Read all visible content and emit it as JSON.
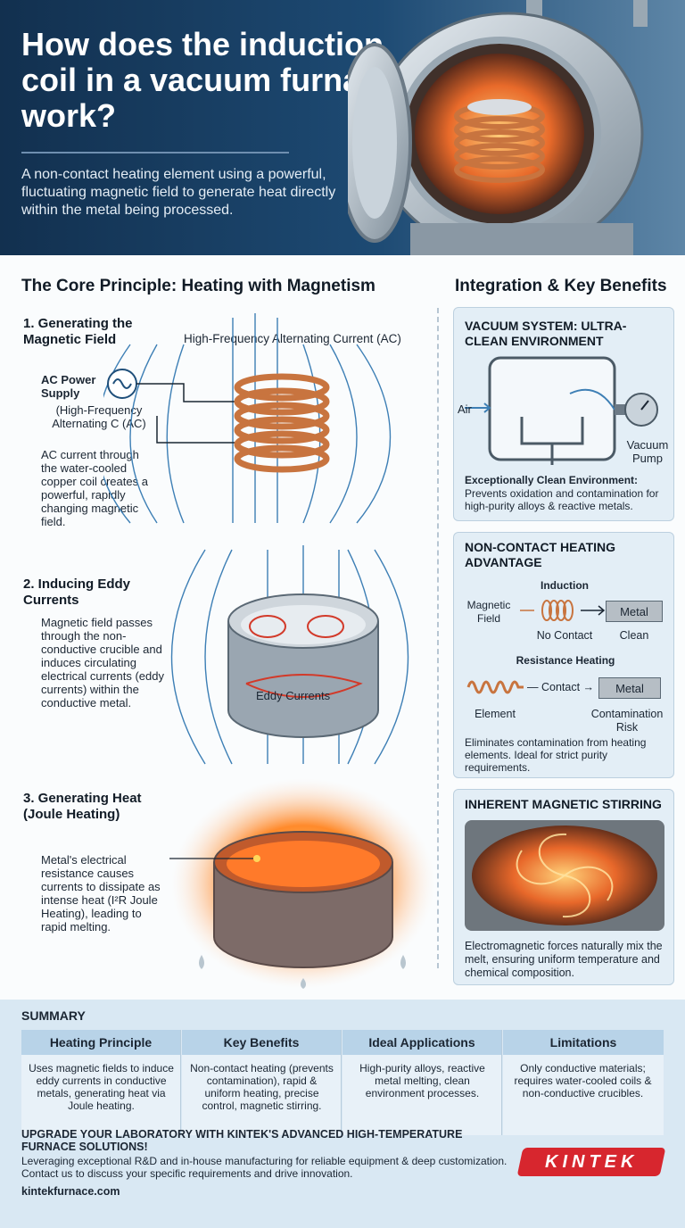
{
  "header": {
    "title": "How does the induction coil in a vacuum furnace work?",
    "subtitle": "A non-contact heating element using a powerful, fluctuating magnetic field to generate heat directly within the metal being processed."
  },
  "core": {
    "heading": "The Core Principle: Heating with Magnetism",
    "step1": {
      "title": "1. Generating the Magnetic Field",
      "ac_label": "High-Frequency Alternating Current (AC)",
      "power_label": "AC Power Supply",
      "power_sub": "(High-Frequency Alternating C (AC)",
      "desc": "AC current through the water-cooled copper coil creates a powerful, rapidly changing magnetic field."
    },
    "step2": {
      "title": "2. Inducing Eddy Currents",
      "desc": "Magnetic field passes through the non-conductive crucible and induces circulating electrical currents (eddy currents) within the conductive metal.",
      "eddy_label": "Eddy Currents"
    },
    "step3": {
      "title": "3. Generating Heat (Joule Heating)",
      "desc": "Metal's electrical resistance causes currents to dissipate as intense heat (I²R Joule Heating), leading to rapid melting."
    }
  },
  "benefits": {
    "heading": "Integration & Key Benefits",
    "vacuum": {
      "title": "VACUUM SYSTEM: ULTRA-CLEAN ENVIRONMENT",
      "air_label": "Air",
      "pump_label": "Vacuum Pump",
      "bold": "Exceptionally Clean Environment:",
      "desc": "Prevents oxidation and contamination for high-purity alloys & reactive metals."
    },
    "noncontact": {
      "title": "NON-CONTACT HEATING ADVANTAGE",
      "induction_label": "Induction",
      "field_label": "Magnetic Field",
      "metal_label": "Metal",
      "no_contact_label": "No Contact",
      "clean_label": "Clean",
      "resistance_label": "Resistance Heating",
      "contact_label": "— Contact →",
      "element_label": "Element",
      "risk_label": "Contamination Risk",
      "desc": "Eliminates contamination from heating elements. Ideal for strict purity requirements."
    },
    "stirring": {
      "title": "INHERENT MAGNETIC STIRRING",
      "desc": "Electromagnetic forces naturally mix the melt, ensuring uniform temperature and chemical composition."
    }
  },
  "summary": {
    "title": "SUMMARY",
    "columns": [
      {
        "header": "Heating Principle",
        "text": "Uses magnetic fields to induce eddy currents in conductive metals, generating heat via Joule heating."
      },
      {
        "header": "Key Benefits",
        "text": "Non-contact heating (prevents contamination), rapid & uniform heating, precise control, magnetic stirring."
      },
      {
        "header": "Ideal Applications",
        "text": "High-purity alloys, reactive metal melting, clean environment processes."
      },
      {
        "header": "Limitations",
        "text": "Only conductive materials; requires water-cooled coils & non-conductive crucibles."
      }
    ],
    "cta_title": "UPGRADE YOUR LABORATORY WITH KINTEK'S ADVANCED HIGH-TEMPERATURE FURNACE SOLUTIONS!",
    "cta_body": "Leveraging exceptional R&D and in-house manufacturing for reliable equipment & deep customization. Contact us to discuss your specific requirements and drive innovation.",
    "url": "kintekfurnace.com",
    "logo": "KINTEK"
  },
  "colors": {
    "navy": "#12304f",
    "copper": "#c8743f",
    "field": "#3d7fb5",
    "logo_red": "#d7262e",
    "molten": "#ff8a2b"
  }
}
